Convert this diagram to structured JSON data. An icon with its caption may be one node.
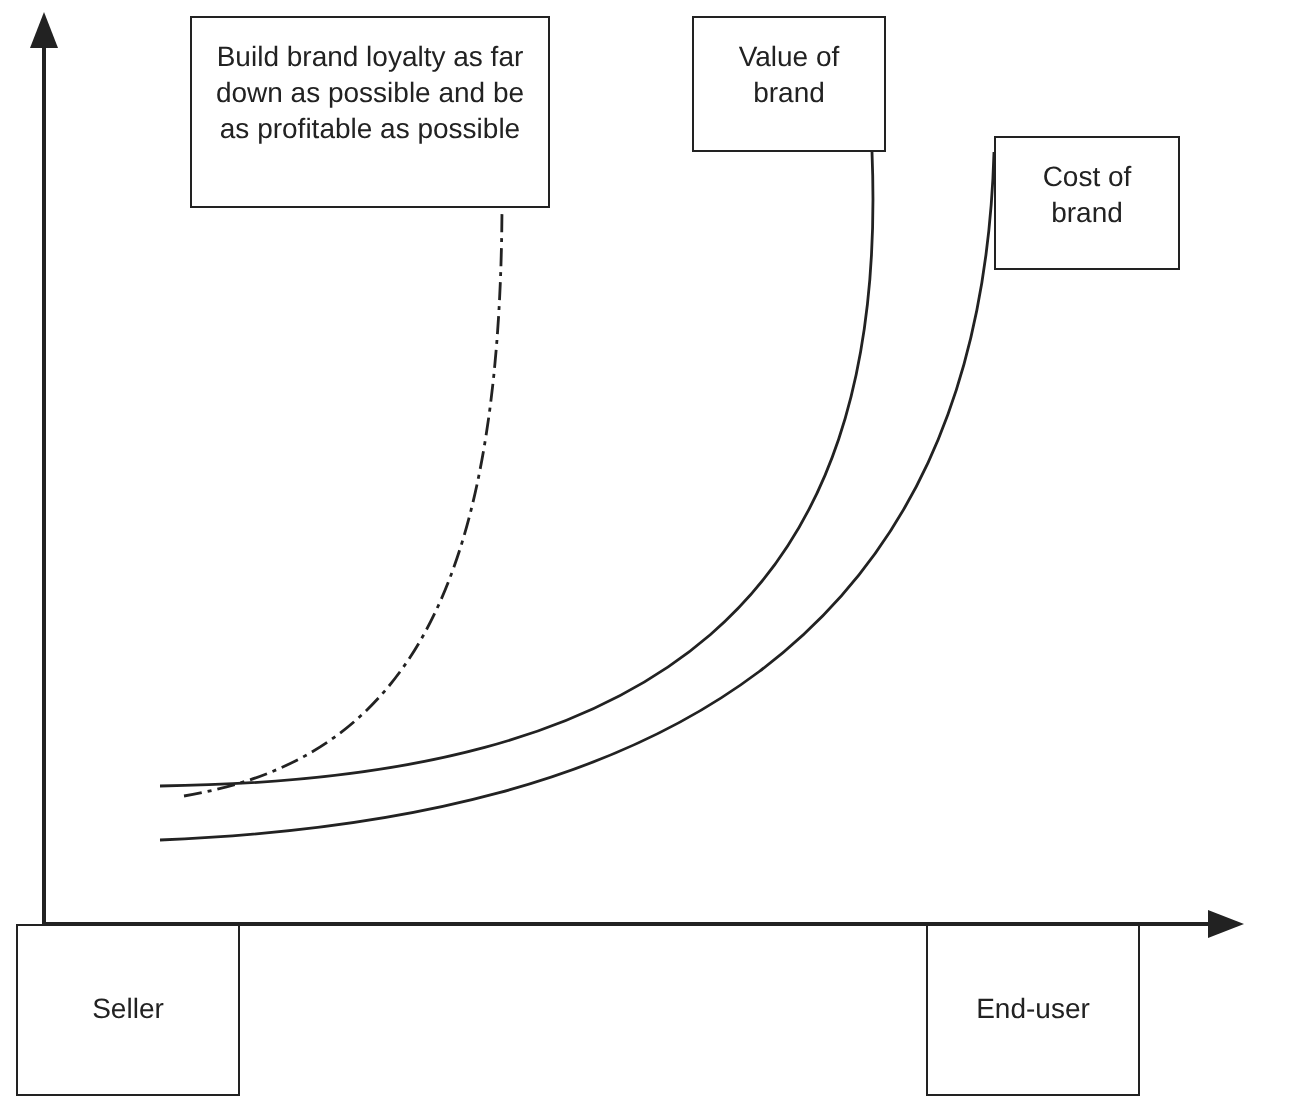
{
  "diagram": {
    "nodes": [
      {
        "text": [
          "Build brand loyalty as far down as possible and be as profitable as possible"
        ]
      },
      {
        "text": [
          "Value of brand"
        ]
      },
      {
        "text": [
          "Cost of brand"
        ]
      },
      {
        "text": [
          "Seller"
        ]
      },
      {
        "text": [
          "End-user"
        ]
      }
    ],
    "edges": [
      {
        "from": null,
        "to": 0,
        "arrow": "none",
        "style": "dashed"
      },
      {
        "from": null,
        "to": 1,
        "arrow": "none"
      },
      {
        "from": null,
        "to": 2,
        "arrow": "none"
      }
    ]
  }
}
